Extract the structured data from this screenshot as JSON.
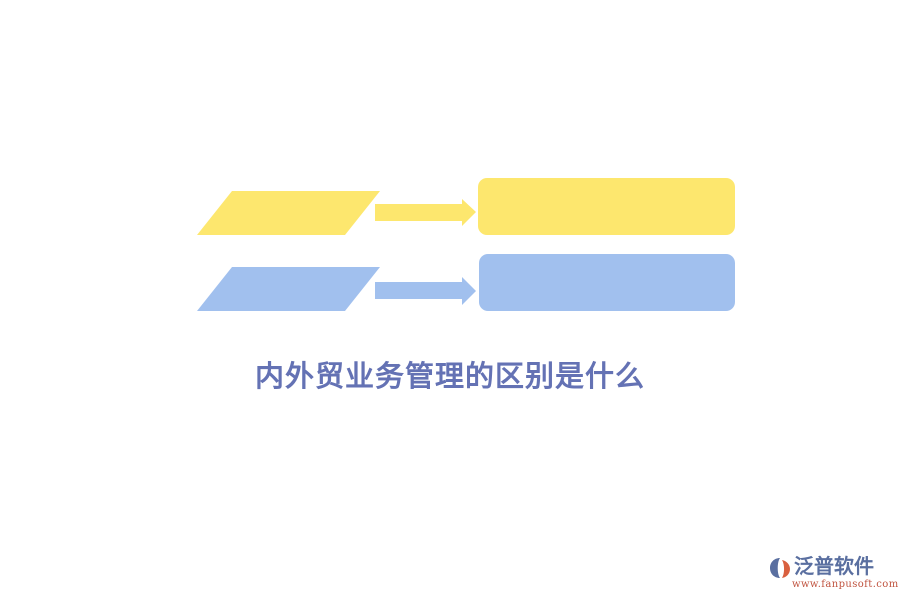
{
  "title": "内外贸业务管理的区别是什么",
  "colors": {
    "yellow": "#fde76e",
    "blue": "#a1c0ee",
    "title": "#6472b4",
    "logo_text": "#5a6fa0",
    "logo_url": "#c0533f"
  },
  "rows": [
    {
      "color": "yellow"
    },
    {
      "color": "blue"
    }
  ],
  "logo": {
    "name": "泛普软件",
    "url": "www.fanpusoft.com",
    "icon": "fanpu-logo-icon"
  }
}
